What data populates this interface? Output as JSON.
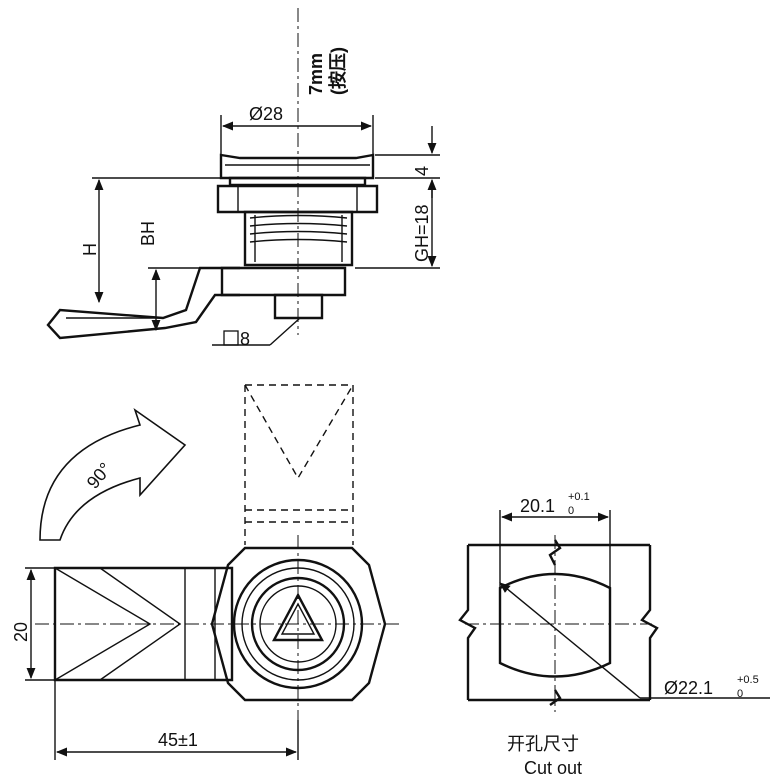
{
  "diagram": {
    "side_view": {
      "press_label_line1": "7mm",
      "press_label_line2": "(按压)",
      "diameter_label": "Ø28",
      "dim_top": "4",
      "dim_gh": "GH=18",
      "dim_h": "H",
      "dim_bh": "BH",
      "square_label": "8"
    },
    "front_view": {
      "rotation_label": "90°",
      "dim_height": "20",
      "dim_length": "45±1"
    },
    "cutout_view": {
      "width_value": "20.1",
      "width_upper_tol": "+0.1",
      "width_lower_tol": "0",
      "diameter_value": "Ø22.1",
      "diameter_upper_tol": "+0.5",
      "diameter_lower_tol": "0",
      "title_cn": "开孔尺寸",
      "title_en": "Cut out"
    }
  }
}
